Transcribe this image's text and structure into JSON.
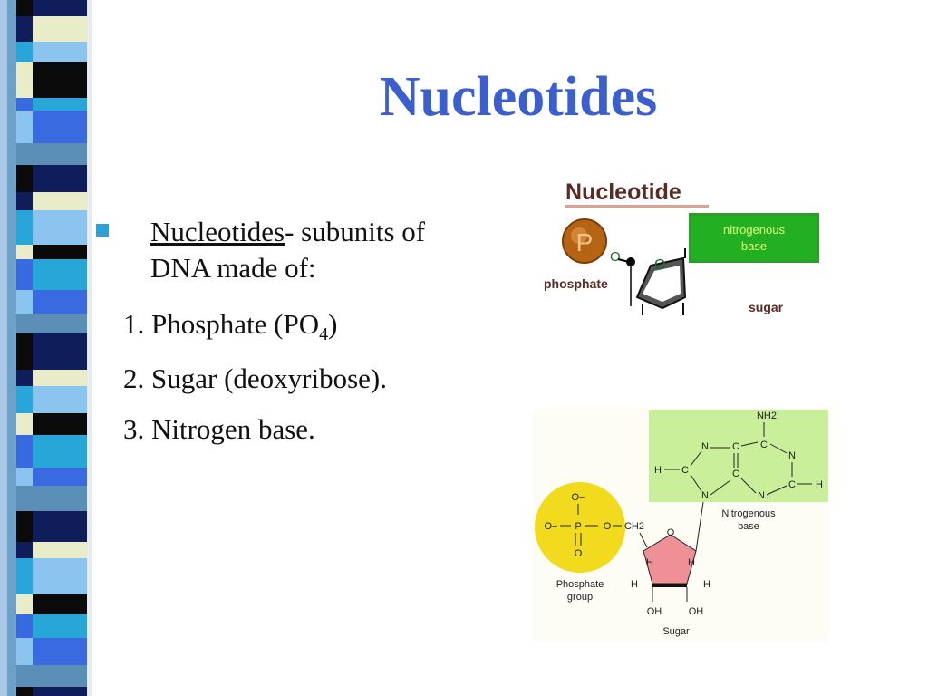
{
  "slide": {
    "title": "Nucleotides",
    "bullet": {
      "term": "Nucleotides",
      "rest": "- subunits of DNA made of:"
    },
    "items": [
      {
        "text": "1. Phosphate (PO",
        "sub": "4",
        "after": ")"
      },
      {
        "text": "2. Sugar (deoxyribose)."
      },
      {
        "text": "3. Nitrogen base."
      }
    ]
  },
  "figure_top": {
    "heading": "Nucleotide",
    "phosphate_letter": "P",
    "phosphate_label": "phosphate",
    "base_line1": "nitrogenous",
    "base_line2": "base",
    "sugar_label": "sugar",
    "oxygen": "O"
  },
  "figure_bottom": {
    "nh2": "NH2",
    "phosphate_group_line1": "Phosphate",
    "phosphate_group_line2": "group",
    "nitrogenous_line1": "Nitrogenous",
    "nitrogenous_line2": "base",
    "sugar": "Sugar",
    "ch2": "CH2",
    "oh": "OH",
    "o": "O",
    "o_minus": "O−",
    "p": "P",
    "n": "N",
    "c": "C",
    "h": "H"
  },
  "colors": {
    "title": "#3c5fd0",
    "bullet": "#2da0d8",
    "base_green": "#22b022",
    "phosphate_yellow": "#f2da1e",
    "sugar_pink": "#ef8f96",
    "base_highlight": "#c9ef9a"
  }
}
